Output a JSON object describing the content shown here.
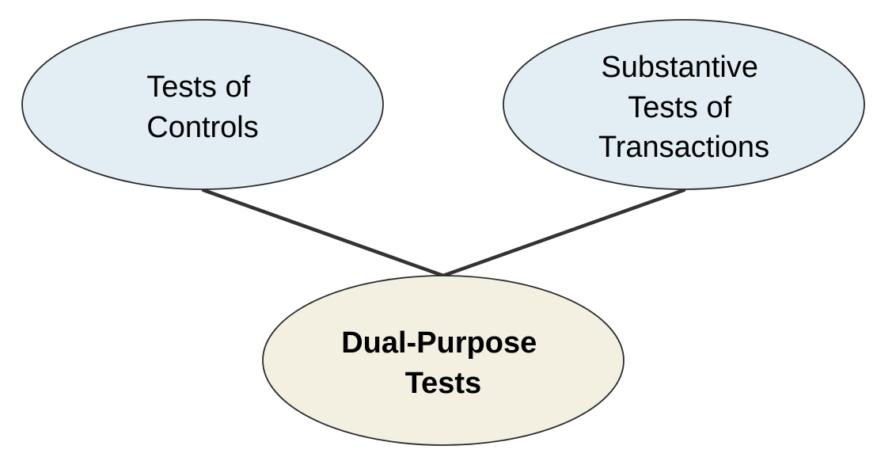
{
  "diagram": {
    "nodes": {
      "tests_of_controls": {
        "lines": [
          "Tests of",
          "Controls"
        ],
        "fill": "#e2eef4",
        "stroke": "#2b2b2b"
      },
      "substantive_tests": {
        "lines": [
          "Substantive",
          "Tests of",
          "Transactions"
        ],
        "fill": "#e2eef4",
        "stroke": "#2b2b2b"
      },
      "dual_purpose_tests": {
        "lines": [
          "Dual-Purpose",
          "Tests"
        ],
        "fill": "#f3efe1",
        "stroke": "#2b2b2b"
      }
    },
    "connector_color": "#333333"
  }
}
